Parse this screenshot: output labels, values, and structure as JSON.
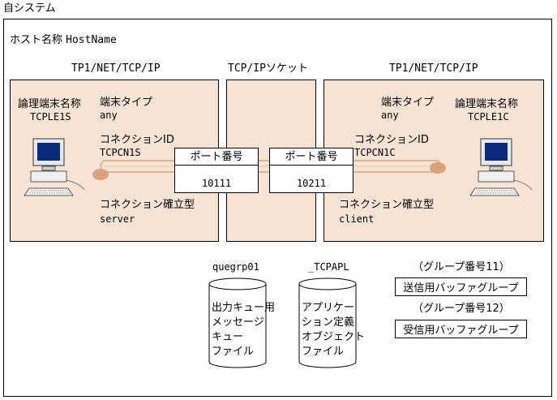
{
  "system_title": "自システム",
  "host": {
    "label": "ホスト名称",
    "name": "HostName"
  },
  "left_panel": {
    "header": "TP1/NET/TCP/IP",
    "logical_terminal_label": "論理端末名称",
    "logical_terminal_value": "TCPLE1S",
    "terminal_type_label": "端末タイプ",
    "terminal_type_value": "any",
    "connection_id_label": "コネクションID",
    "connection_id_value": "TCPCN1S",
    "establish_label": "コネクション確立型",
    "establish_value": "server"
  },
  "socket_panel": {
    "header": "TCP/IPソケット"
  },
  "right_panel": {
    "header": "TP1/NET/TCP/IP",
    "terminal_type_label": "端末タイプ",
    "terminal_type_value": "any",
    "logical_terminal_label": "論理端末名称",
    "logical_terminal_value": "TCPLE1C",
    "connection_id_label": "コネクションID",
    "connection_id_value": "TCPCN1C",
    "establish_label": "コネクション確立型",
    "establish_value": "client"
  },
  "port_left": {
    "label": "ポート番号",
    "value": "10111"
  },
  "port_right": {
    "label": "ポート番号",
    "value": "10211"
  },
  "cylinder_left": {
    "caption": "quegrp01",
    "lines": [
      "出力キュー用",
      "メッセージ",
      "キュー",
      "ファイル"
    ]
  },
  "cylinder_right": {
    "caption": "_TCPAPL",
    "lines": [
      "アプリケー",
      "ション定義",
      "オブジェクト",
      "ファイル"
    ]
  },
  "groups": [
    {
      "number": "（グループ番号11）",
      "name": "送信用バッファグループ"
    },
    {
      "number": "（グループ番号12）",
      "name": "受信用バッファグループ"
    }
  ],
  "colors": {
    "panel": "#f5e3d3",
    "link": "#d9a27c"
  }
}
